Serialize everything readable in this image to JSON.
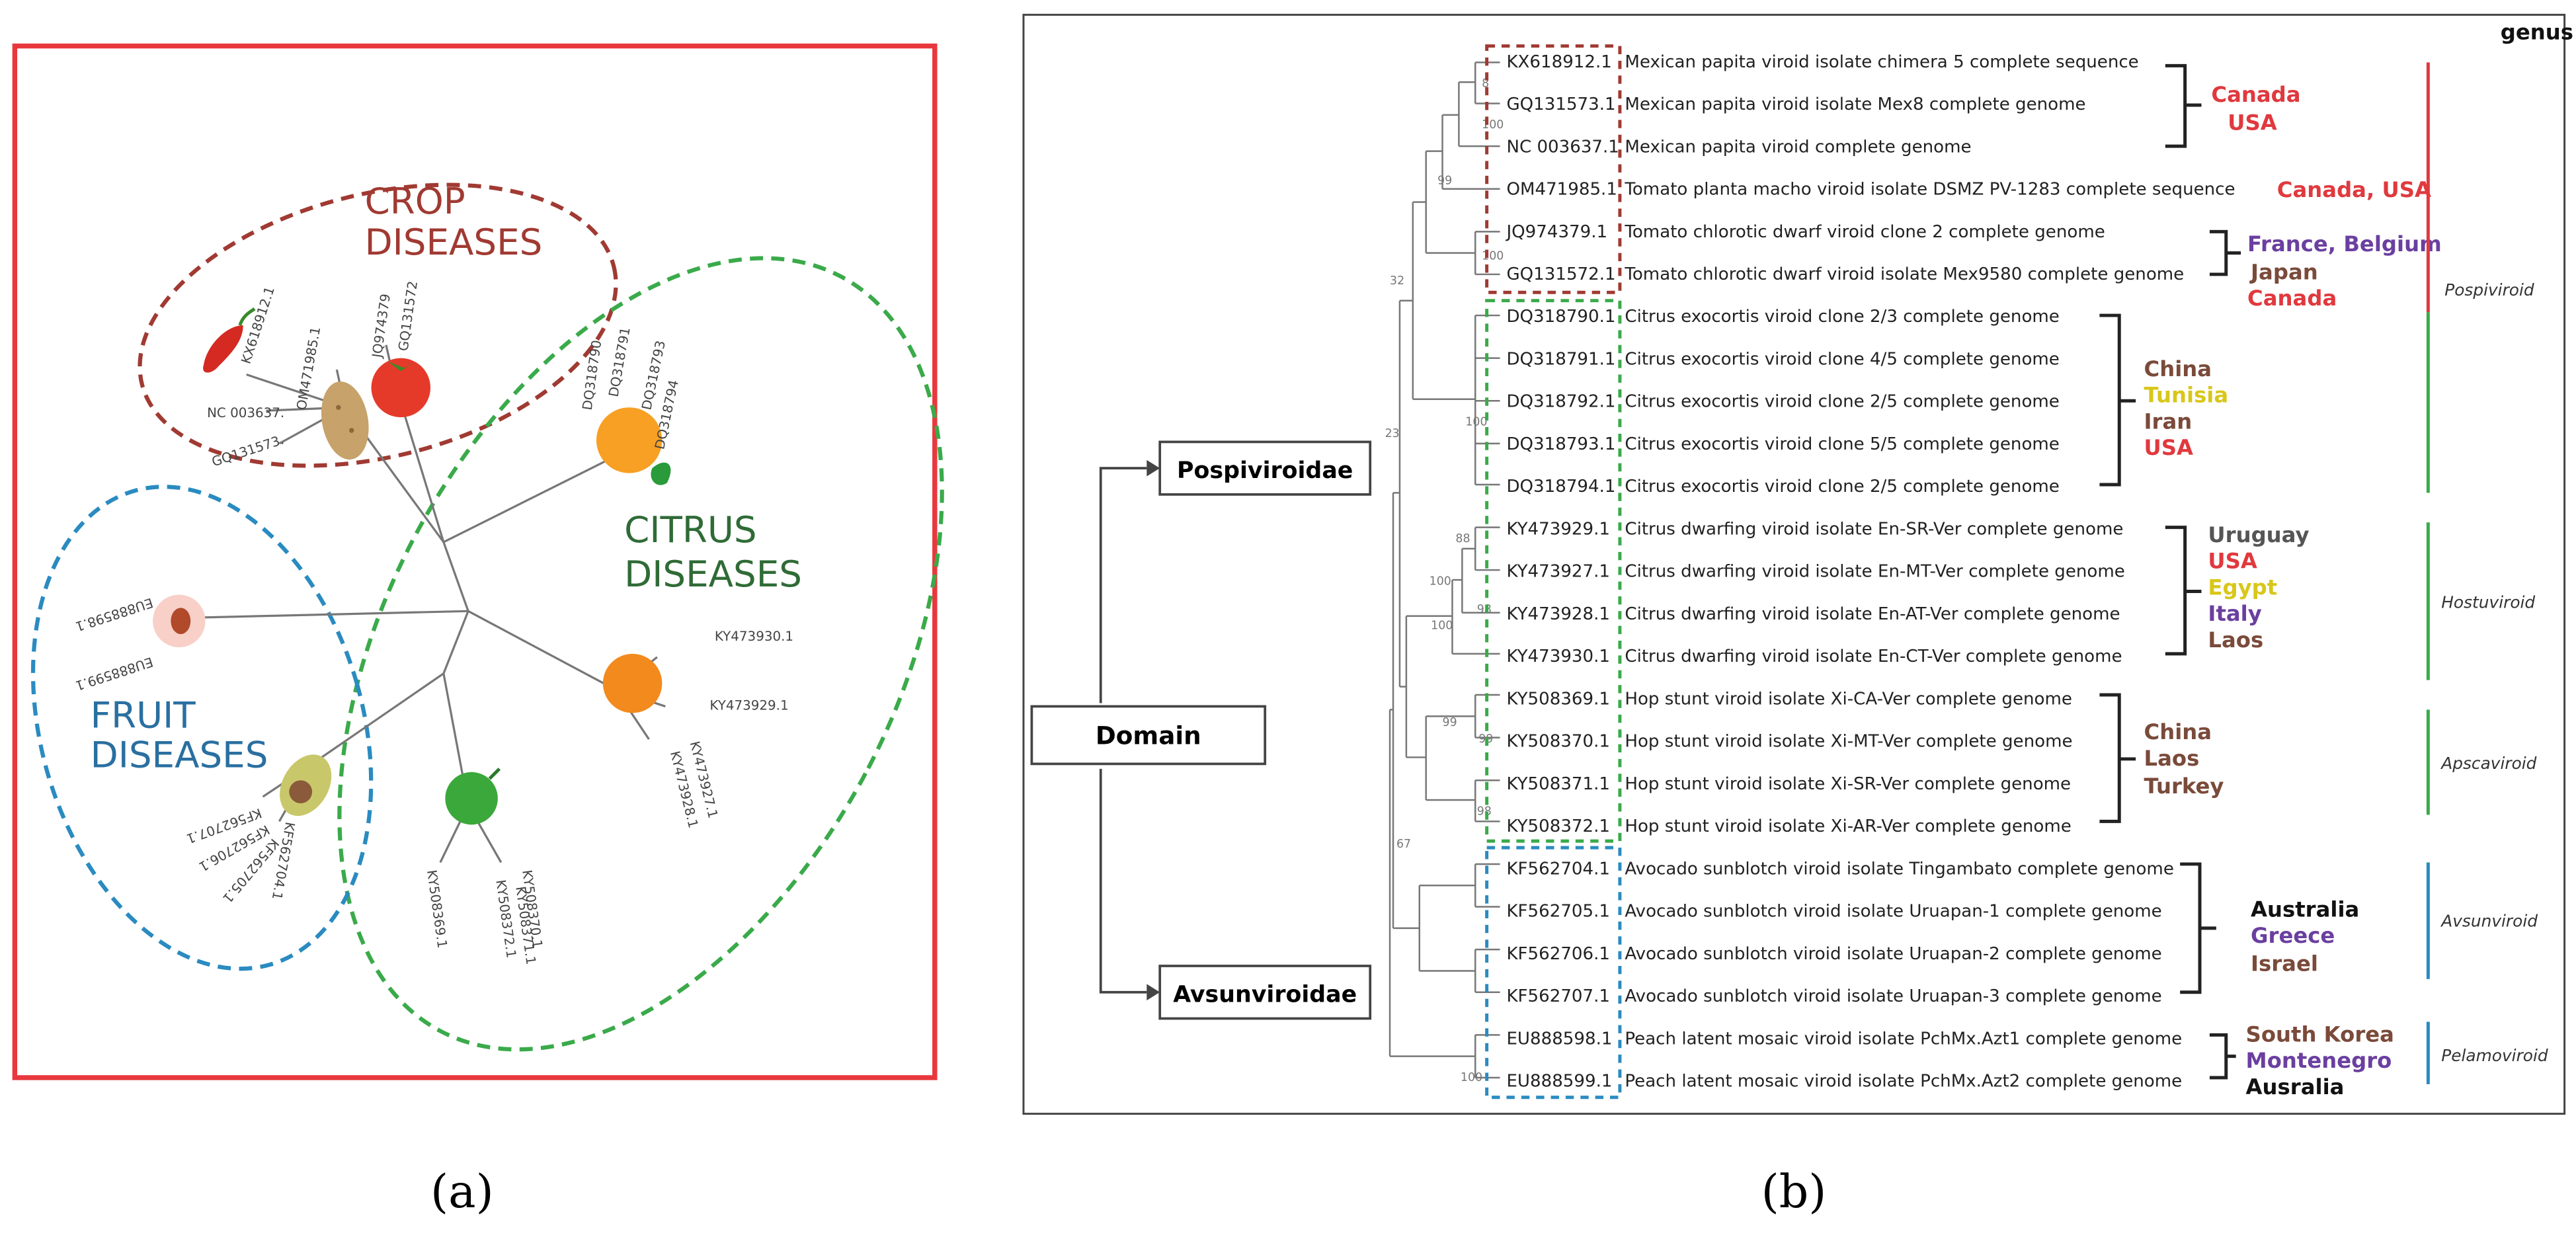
{
  "panel_a": {
    "caption": "(a)",
    "groups": [
      {
        "key": "crop",
        "line1": "CROP",
        "line2": "DISEASES"
      },
      {
        "key": "citrus",
        "line1": "CITRUS",
        "line2": "DISEASES"
      },
      {
        "key": "fruit",
        "line1": "FRUIT",
        "line2": "DISEASES"
      }
    ],
    "leaf_labels": [
      "KX618912.1",
      "NC 003637.",
      "GQ131573.",
      "OM471985.1",
      "JQ974379",
      "GQ131572",
      "DQ318790",
      "DQ318791",
      "DQ318793",
      "DQ318794",
      "KY473930.1",
      "KY473929.1",
      "KY473927.1",
      "KY473928.1",
      "KY508370.1",
      "KY508372.1",
      "KY508371.1",
      "KY508369.1",
      "EU888598.1",
      "EU888599.1",
      "KF562707.1",
      "KF562706.1",
      "KF562705.1",
      "KF562704.1"
    ]
  },
  "panel_b": {
    "caption": "(b)",
    "genus_header": "genus",
    "domain_label": "Domain",
    "families": [
      "Pospiviroidae",
      "Avsunviroidae"
    ],
    "leaves": [
      {
        "acc": "KX618912.1",
        "desc": "Mexican papita viroid isolate chimera 5 complete sequence"
      },
      {
        "acc": "GQ131573.1",
        "desc": "Mexican papita viroid isolate Mex8 complete genome"
      },
      {
        "acc": "NC 003637.1",
        "desc": "Mexican papita viroid complete genome"
      },
      {
        "acc": "OM471985.1",
        "desc": "Tomato planta macho viroid isolate DSMZ PV-1283 complete sequence"
      },
      {
        "acc": "JQ974379.1",
        "desc": "Tomato chlorotic dwarf viroid clone 2 complete genome"
      },
      {
        "acc": "GQ131572.1",
        "desc": "Tomato chlorotic dwarf viroid isolate Mex9580 complete genome"
      },
      {
        "acc": "DQ318790.1",
        "desc": "Citrus exocortis viroid clone 2/3 complete genome"
      },
      {
        "acc": "DQ318791.1",
        "desc": "Citrus exocortis viroid clone 4/5 complete genome"
      },
      {
        "acc": "DQ318792.1",
        "desc": "Citrus exocortis viroid clone 2/5 complete genome"
      },
      {
        "acc": "DQ318793.1",
        "desc": "Citrus exocortis viroid clone 5/5 complete genome"
      },
      {
        "acc": "DQ318794.1",
        "desc": "Citrus exocortis viroid clone 2/5 complete genome"
      },
      {
        "acc": "KY473929.1",
        "desc": "Citrus dwarfing viroid isolate En-SR-Ver complete genome"
      },
      {
        "acc": "KY473927.1",
        "desc": "Citrus dwarfing viroid isolate En-MT-Ver complete genome"
      },
      {
        "acc": "KY473928.1",
        "desc": "Citrus dwarfing viroid isolate En-AT-Ver complete genome"
      },
      {
        "acc": "KY473930.1",
        "desc": "Citrus dwarfing viroid isolate En-CT-Ver complete genome"
      },
      {
        "acc": "KY508369.1",
        "desc": "Hop stunt viroid isolate Xi-CA-Ver complete genome"
      },
      {
        "acc": "KY508370.1",
        "desc": "Hop stunt viroid isolate Xi-MT-Ver complete genome"
      },
      {
        "acc": "KY508371.1",
        "desc": "Hop stunt viroid isolate Xi-SR-Ver complete genome"
      },
      {
        "acc": "KY508372.1",
        "desc": "Hop stunt viroid isolate Xi-AR-Ver complete genome"
      },
      {
        "acc": "KF562704.1",
        "desc": "Avocado sunblotch viroid isolate Tingambato complete genome"
      },
      {
        "acc": "KF562705.1",
        "desc": "Avocado sunblotch viroid isolate Uruapan-1 complete genome"
      },
      {
        "acc": "KF562706.1",
        "desc": "Avocado sunblotch viroid isolate Uruapan-2 complete genome"
      },
      {
        "acc": "KF562707.1",
        "desc": "Avocado sunblotch viroid isolate Uruapan-3 complete genome"
      },
      {
        "acc": "EU888598.1",
        "desc": "Peach latent mosaic viroid isolate PchMx.Azt1 complete genome"
      },
      {
        "acc": "EU888599.1",
        "desc": "Peach latent mosaic viroid isolate PchMx.Azt2 complete genome"
      }
    ],
    "country_groups": [
      {
        "key": "mpv",
        "items": [
          {
            "text": "Canada",
            "color": "#e0393e"
          },
          {
            "text": "USA",
            "color": "#e0393e"
          }
        ]
      },
      {
        "key": "tpmv",
        "items": [
          {
            "text": "Canada, USA",
            "color": "#e0393e"
          }
        ]
      },
      {
        "key": "tcdv",
        "items": [
          {
            "text": "France, Belgium",
            "color": "#6b3fa0"
          },
          {
            "text": "Japan",
            "color": "#7a4a3a"
          },
          {
            "text": "Canada",
            "color": "#e0393e"
          }
        ]
      },
      {
        "key": "cevd",
        "items": [
          {
            "text": "China",
            "color": "#7a4a3a"
          },
          {
            "text": "Tunisia",
            "color": "#d8c71a"
          },
          {
            "text": "Iran",
            "color": "#7a4a3a"
          },
          {
            "text": "USA",
            "color": "#e0393e"
          }
        ]
      },
      {
        "key": "cdvd",
        "items": [
          {
            "text": "Uruguay",
            "color": "#555555"
          },
          {
            "text": "USA",
            "color": "#e0393e"
          },
          {
            "text": "Egypt",
            "color": "#d8c71a"
          },
          {
            "text": "Italy",
            "color": "#6b3fa0"
          },
          {
            "text": "Laos",
            "color": "#7a4a3a"
          }
        ]
      },
      {
        "key": "hsvd",
        "items": [
          {
            "text": "China",
            "color": "#7a4a3a"
          },
          {
            "text": "Laos",
            "color": "#7a4a3a"
          },
          {
            "text": "Turkey",
            "color": "#7a4a3a"
          }
        ]
      },
      {
        "key": "asbvd",
        "items": [
          {
            "text": "Australia",
            "color": "#111111"
          },
          {
            "text": "Greece",
            "color": "#6b3fa0"
          },
          {
            "text": "Israel",
            "color": "#7a4a3a"
          }
        ]
      },
      {
        "key": "plmvd",
        "items": [
          {
            "text": "South Korea",
            "color": "#7a4a3a"
          },
          {
            "text": "Montenegro",
            "color": "#6b3fa0"
          },
          {
            "text": "Ausralia",
            "color": "#111111"
          }
        ]
      }
    ],
    "genera": [
      "Pospiviroid",
      "Hostuviroid",
      "Apscaviroid",
      "Avsunviroid",
      "Pelamoviroid"
    ],
    "bootstrap": [
      "8",
      "100",
      "99",
      "100",
      "32",
      "100",
      "23",
      "88",
      "100",
      "98",
      "100",
      "99",
      "99",
      "98",
      "67",
      "100"
    ],
    "colors": {
      "frame_red": "#e8383d",
      "crop": "#a03a32",
      "citrus": "#3aaa4a",
      "fruit": "#2a8bc0",
      "tree": "#777777"
    }
  }
}
